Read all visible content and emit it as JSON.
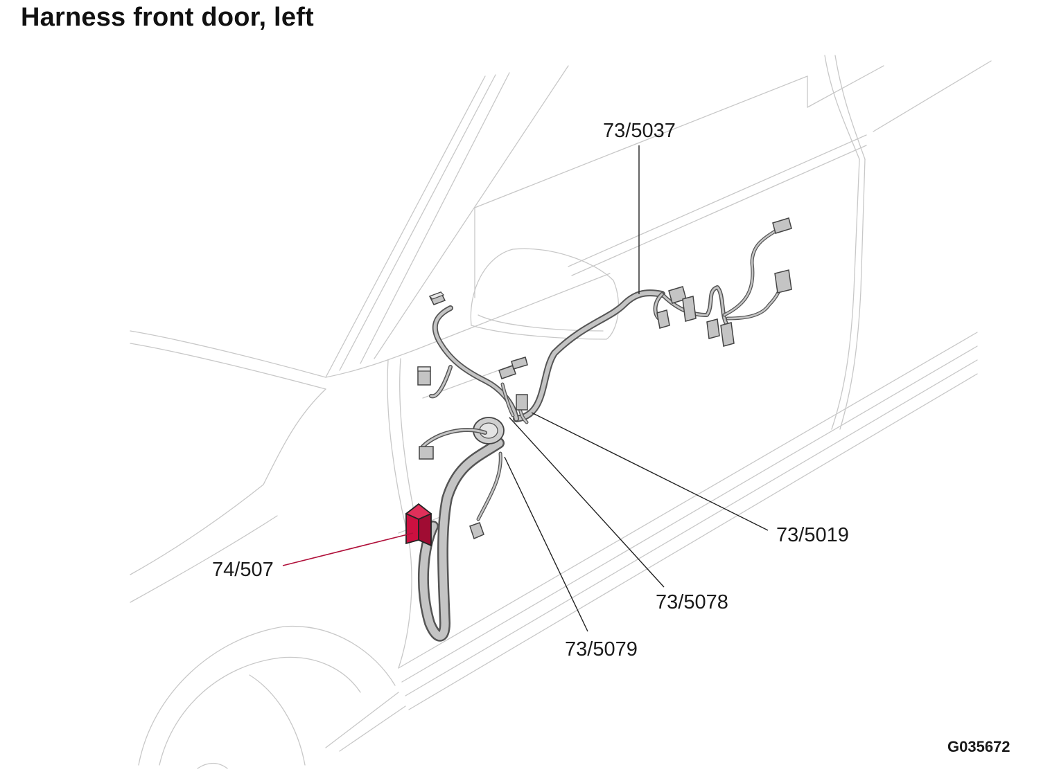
{
  "title": "Harness front door, left",
  "figure_ref": "G035672",
  "accent_color": "#cc1040",
  "components": [
    {
      "id": "74-507",
      "label": "74/507",
      "highlighted": true
    },
    {
      "id": "73-5037",
      "label": "73/5037",
      "highlighted": false
    },
    {
      "id": "73-5019",
      "label": "73/5019",
      "highlighted": false
    },
    {
      "id": "73-5078",
      "label": "73/5078",
      "highlighted": false
    },
    {
      "id": "73-5079",
      "label": "73/5079",
      "highlighted": false
    }
  ]
}
